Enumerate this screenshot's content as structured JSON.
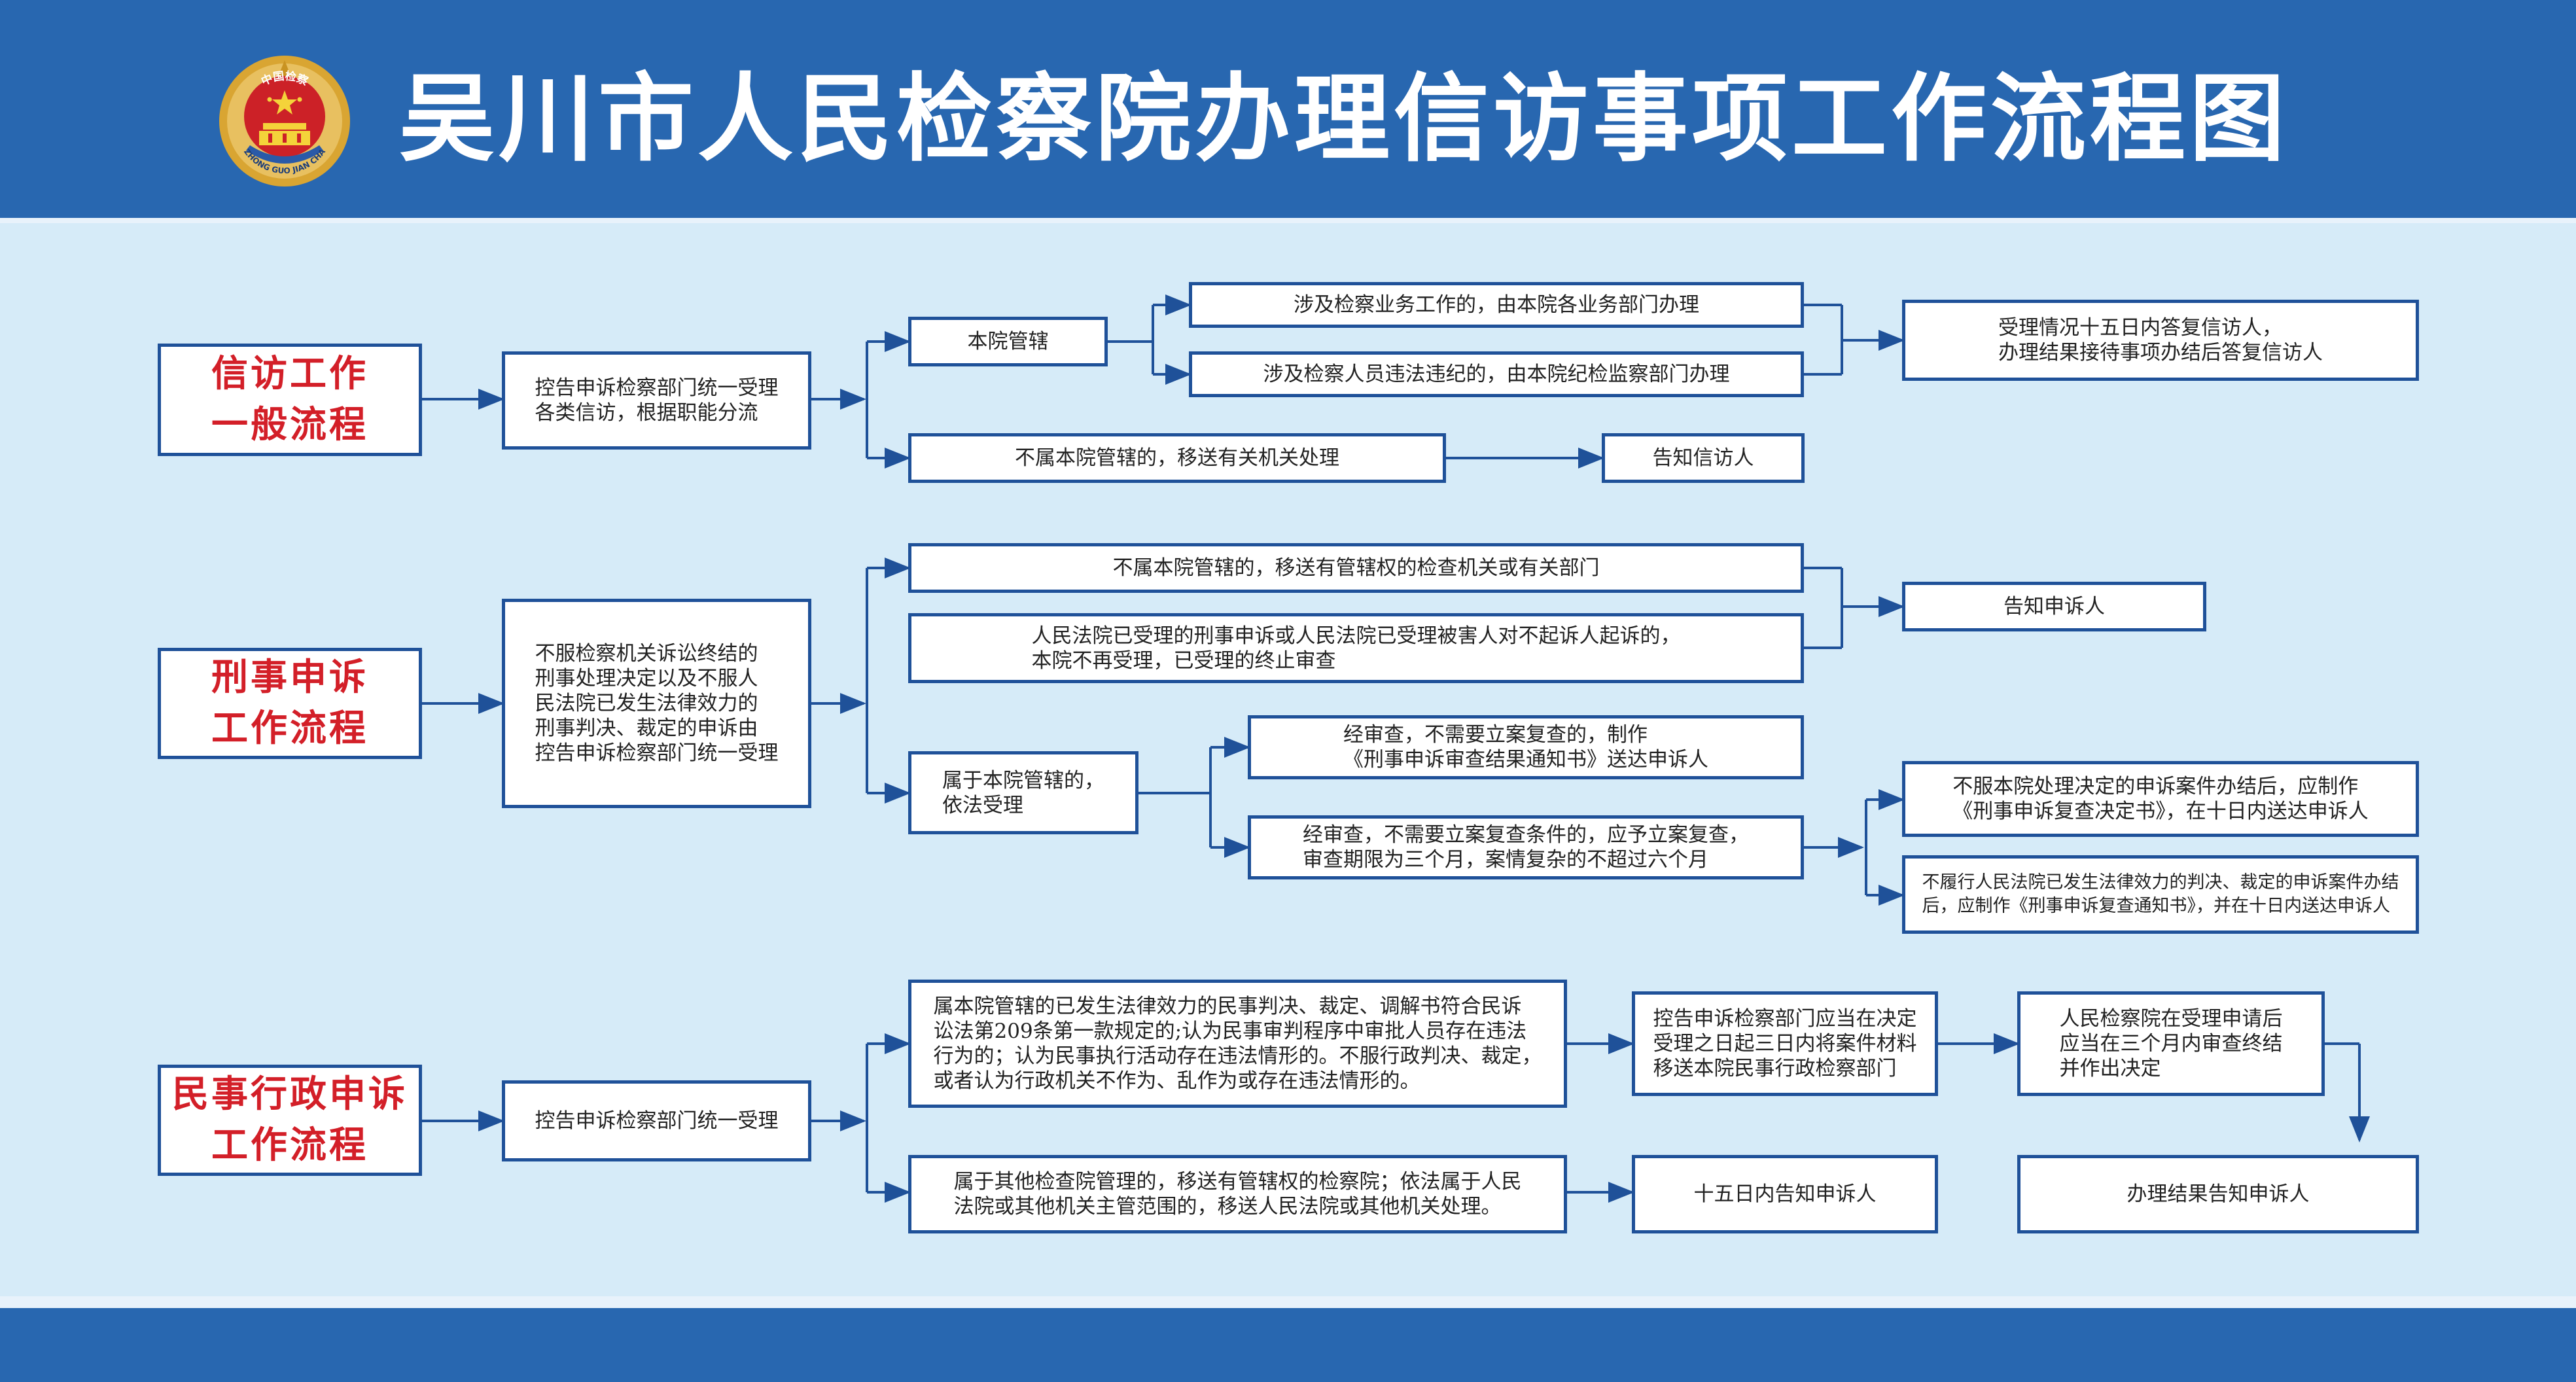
{
  "header": {
    "title": "吴川市人民检察院办理信访事项工作流程图",
    "emblem": {
      "icon": "procuratorate-emblem-icon",
      "text_top": "中国检察",
      "text_bottom": "ZHONG GUO JIAN CHA"
    }
  },
  "colors": {
    "header_bg": "#2867b0",
    "panel_bg": "#d6ebf8",
    "box_border": "#1f5199",
    "section_title": "#d31f28",
    "arrow": "#1f5199"
  },
  "section1": {
    "title": "信访工作\n一般流程",
    "accept": "控告申诉检察部门统一受理\n各类信访，根据职能分流",
    "jurisdiction": "本院管辖",
    "business": "涉及检察业务工作的，由本院各业务部门办理",
    "discipline": "涉及检察人员违法违纪的，由本院纪检监察部门办理",
    "reply": "受理情况十五日内答复信访人，\n办理结果接待事项办结后答复信访人",
    "transfer": "不属本院管辖的，移送有关机关处理",
    "notify": "告知信访人"
  },
  "section2": {
    "title": "刑事申诉\n工作流程",
    "accept": "不服检察机关诉讼终结的\n刑事处理决定以及不服人\n民法院已发生法律效力的\n刑事判决、裁定的申诉由\n控告申诉检察部门统一受理",
    "transfer": "不属本院管辖的，移送有管辖权的检查机关或有关部门",
    "court_accepted": "人民法院已受理的刑事申诉或人民法院已受理被害人对不起诉人起诉的，\n本院不再受理，已受理的终止审查",
    "notify": "告知申诉人",
    "jurisdiction": "属于本院管辖的，\n依法受理",
    "no_review": "经审查，不需要立案复查的，制作\n《刑事申诉审查结果通知书》送达申诉人",
    "review": "经审查，不需要立案复查条件的，应予立案复查，\n审查期限为三个月，案情复杂的不超过六个月",
    "decision": "不服本院处理决定的申诉案件办结后，应制作\n《刑事申诉复查决定书》，在十日内送达申诉人",
    "court_notice": "不履行人民法院已发生法律效力的判决、裁定的申诉案件办结\n后，应制作《刑事申诉复查通知书》，并在十日内送达申诉人"
  },
  "section3": {
    "title": "民事行政申诉\n工作流程",
    "accept": "控告申诉检察部门统一受理",
    "civil": "属本院管辖的已发生法律效力的民事判决、裁定、调解书符合民诉\n讼法第209条第一款规定的;认为民事审判程序中审批人员存在违法\n行为的；认为民事执行活动存在违法情形的。不服行政判决、裁定，\n或者认为行政机关不作为、乱作为或存在违法情形的。",
    "transfer_docs": "控告申诉检察部门应当在决定\n受理之日起三日内将案件材料\n移送本院民事行政检察部门",
    "review": "人民检察院在受理申请后\n应当在三个月内审查终结\n并作出决定",
    "other": "属于其他检查院管理的，移送有管辖权的检察院；依法属于人民\n法院或其他机关主管范围的，移送人民法院或其他机关处理。",
    "notify15": "十五日内告知申诉人",
    "result": "办理结果告知申诉人"
  }
}
